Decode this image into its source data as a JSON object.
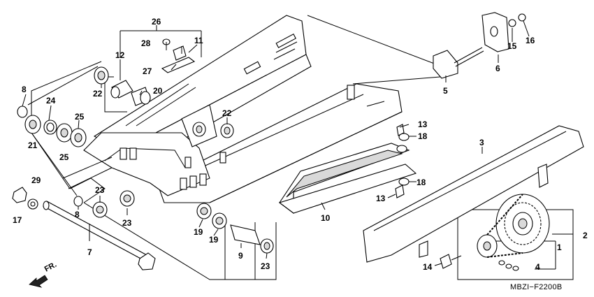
{
  "diagram": {
    "code": "MBZI−F2200B",
    "direction_label": "FR.",
    "callouts": [
      "1",
      "2",
      "3",
      "4",
      "5",
      "6",
      "7",
      "8",
      "8",
      "9",
      "10",
      "11",
      "12",
      "13",
      "13",
      "14",
      "15",
      "16",
      "17",
      "18",
      "18",
      "19",
      "19",
      "20",
      "21",
      "22",
      "22",
      "23",
      "23",
      "23",
      "24",
      "25",
      "25",
      "26",
      "27",
      "28",
      "29"
    ]
  }
}
